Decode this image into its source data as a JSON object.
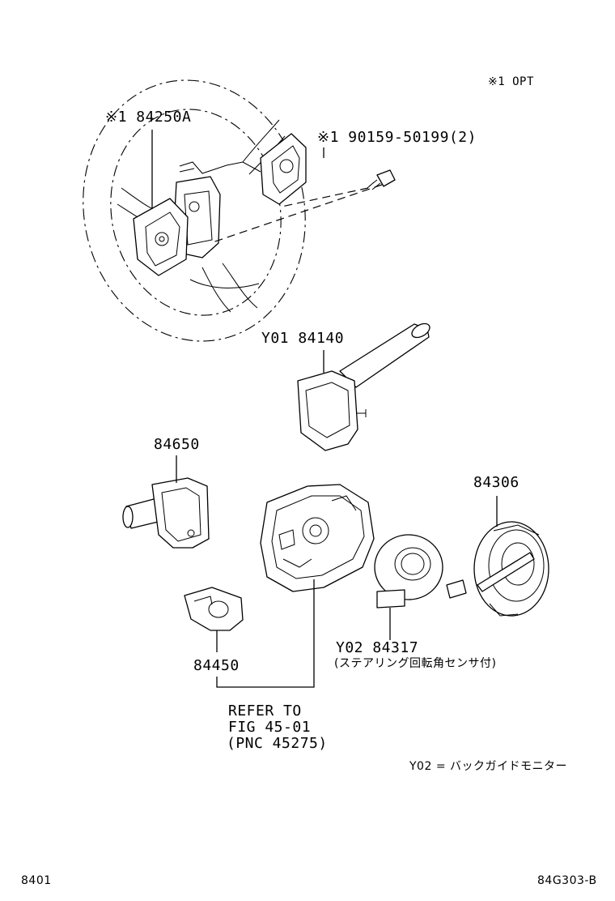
{
  "note_opt": "※1 OPT",
  "labels": {
    "wheel_part": "※1 84250A",
    "screw_part": "※1 90159-50199(2)",
    "wiper_switch": "Y01 84140",
    "turn_switch": "84650",
    "spiral_cable": "84306",
    "sensor_part": "Y02 84317",
    "sensor_note": "(ステアリング回転角センサ付)",
    "switch_84450": "84450",
    "refer_line1": "REFER TO",
    "refer_line2": "FIG 45-01",
    "refer_line3": "(PNC 45275)",
    "legend_y02": "Y02 = バックガイドモニター"
  },
  "footer": {
    "left": "8401",
    "right": "84G303-B"
  }
}
